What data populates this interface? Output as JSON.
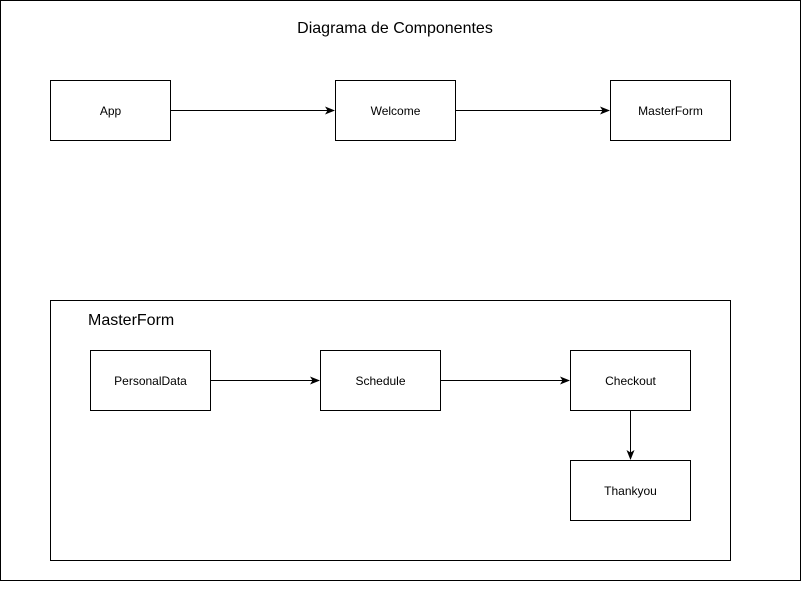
{
  "diagram": {
    "title": "Diagrama de Componentes",
    "nodes": {
      "app": "App",
      "welcome": "Welcome",
      "masterform": "MasterForm",
      "personaldata": "PersonalData",
      "schedule": "Schedule",
      "checkout": "Checkout",
      "thankyou": "Thankyou"
    },
    "group": {
      "label": "MasterForm"
    },
    "edges": [
      {
        "from": "App",
        "to": "Welcome"
      },
      {
        "from": "Welcome",
        "to": "MasterForm"
      },
      {
        "from": "PersonalData",
        "to": "Schedule"
      },
      {
        "from": "Schedule",
        "to": "Checkout"
      },
      {
        "from": "Checkout",
        "to": "Thankyou"
      }
    ],
    "colors": {
      "stroke": "#000000",
      "fill": "#ffffff"
    }
  }
}
